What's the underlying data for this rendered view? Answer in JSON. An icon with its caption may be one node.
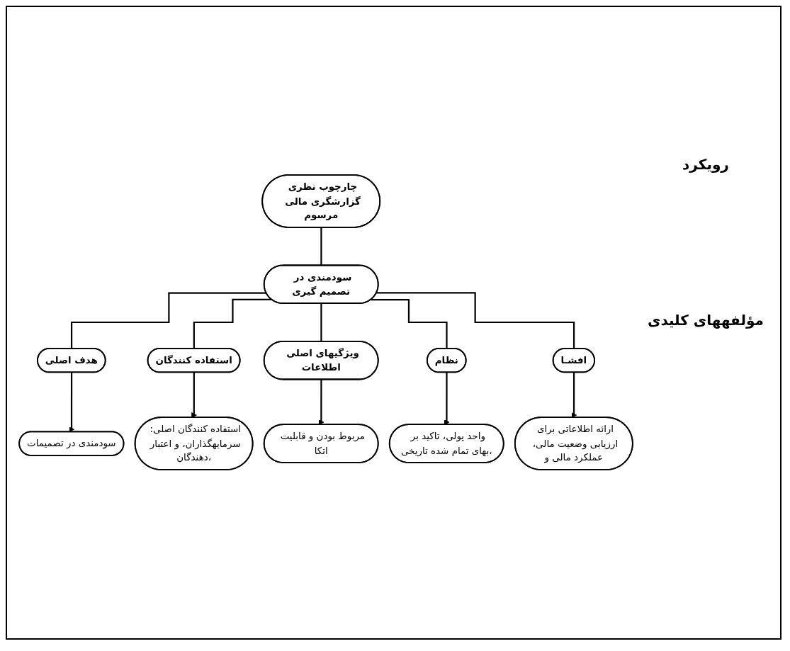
{
  "diagram": {
    "nodes": [
      {
        "text": [
          "چارچوب نظری گزارشگری مالی مرسوم"
        ]
      },
      {
        "text": [
          "سودمندی در تصمیم گیری"
        ]
      },
      {
        "text": [
          "هدف اصلی"
        ]
      },
      {
        "text": [
          "استفاده کنندگان"
        ]
      },
      {
        "text": [
          "ویژگیهای اصلی اطلاعات"
        ]
      },
      {
        "text": [
          "نظام"
        ]
      },
      {
        "text": [
          "افشـا"
        ]
      },
      {
        "text": [
          "سودمندی در تصمیمات"
        ]
      },
      {
        "text": [
          "استفاده کنندگان اصلی: سرمایهگذاران، و اعتبار دهندگان،"
        ]
      },
      {
        "text": [
          "مربوط بودن و قابلیت اتکا"
        ]
      },
      {
        "text": [
          "واحد پولی، تاکید بر بهای تمام شده تاریخی،"
        ]
      },
      {
        "text": [
          "ارائه اطلاعاتی برای ارزیابی وضعیت مالی، عملکرد مالی و"
        ]
      }
    ],
    "edges": [
      {
        "from": 0,
        "to": 1,
        "arrow": "none"
      },
      {
        "from": 1,
        "to": 2,
        "arrow": "none"
      },
      {
        "from": 1,
        "to": 3,
        "arrow": "none"
      },
      {
        "from": 1,
        "to": 4,
        "arrow": "none"
      },
      {
        "from": 1,
        "to": 5,
        "arrow": "none"
      },
      {
        "from": 1,
        "to": 6,
        "arrow": "none"
      },
      {
        "from": 2,
        "to": 7,
        "arrow": "to"
      },
      {
        "from": 3,
        "to": 8,
        "arrow": "to"
      },
      {
        "from": 4,
        "to": 9,
        "arrow": "to"
      },
      {
        "from": 5,
        "to": 10,
        "arrow": "to"
      },
      {
        "from": 6,
        "to": 11,
        "arrow": "to"
      }
    ],
    "labels": [
      "رویکرد",
      "مؤلفههای کلیدی"
    ]
  }
}
